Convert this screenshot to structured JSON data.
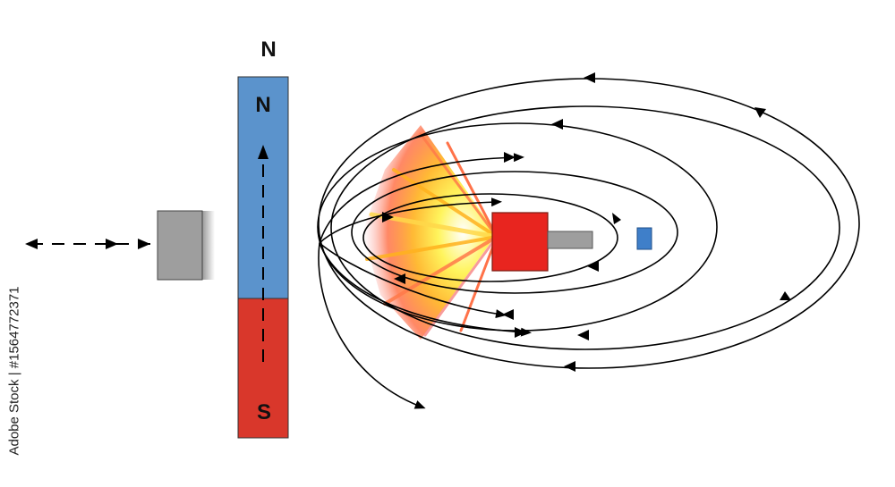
{
  "magnet": {
    "label_above": "N",
    "north_label": "N",
    "south_label": "S",
    "north_color": "#5b93cc",
    "south_color": "#d9372b"
  },
  "block": {
    "color": "#9e9e9e"
  },
  "target": {
    "color": "#e8251f",
    "rod_color": "#9e9e9e",
    "small_color": "#3f7fc9"
  },
  "burst": {
    "colors": [
      "#ffffff",
      "#fff34a",
      "#ffb21e",
      "#ff5a2a",
      "#f7a8b0"
    ]
  },
  "watermark": {
    "text": "Adobe Stock | #1564772371"
  }
}
